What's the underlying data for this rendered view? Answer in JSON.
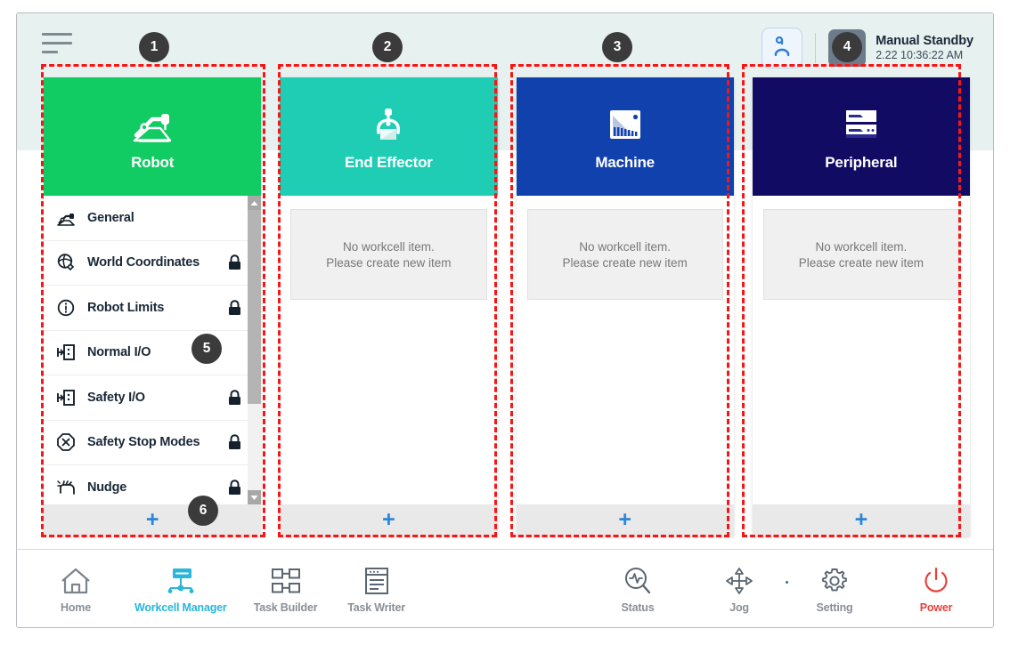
{
  "header": {
    "menu_icon": "hamburger-menu-icon",
    "reset_icon": "robot-reset-icon",
    "mode_icon": "manual-hand-icon",
    "status_title": "Manual Standby",
    "status_time": "2.22 10:36:22 AM"
  },
  "columns": [
    {
      "id": "robot",
      "title": "Robot",
      "icon": "robot-arm-icon",
      "color": "#11cb63",
      "mode": "list",
      "add_label": "+",
      "items": [
        {
          "label": "General",
          "icon": "robot-arm-small-icon",
          "locked": false
        },
        {
          "label": "World Coordinates",
          "icon": "globe-coordinates-icon",
          "locked": true
        },
        {
          "label": "Robot Limits",
          "icon": "limits-circle-icon",
          "locked": true
        },
        {
          "label": "Normal I/O",
          "icon": "io-port-icon",
          "locked": false
        },
        {
          "label": "Safety I/O",
          "icon": "io-port-icon",
          "locked": true
        },
        {
          "label": "Safety Stop Modes",
          "icon": "stop-octagon-icon",
          "locked": true
        },
        {
          "label": "Nudge",
          "icon": "nudge-hand-icon",
          "locked": true
        }
      ]
    },
    {
      "id": "end-effector",
      "title": "End Effector",
      "icon": "gripper-icon",
      "color": "#1fcdb4",
      "mode": "empty",
      "add_label": "+",
      "empty_line1": "No workcell item.",
      "empty_line2": "Please create new item"
    },
    {
      "id": "machine",
      "title": "Machine",
      "icon": "machine-chart-icon",
      "color": "#1141ad",
      "mode": "empty",
      "add_label": "+",
      "empty_line1": "No workcell item.",
      "empty_line2": "Please create new item"
    },
    {
      "id": "peripheral",
      "title": "Peripheral",
      "icon": "peripheral-rack-icon",
      "color": "#120b63",
      "mode": "empty",
      "add_label": "+",
      "empty_line1": "No workcell item.",
      "empty_line2": "Please create new item"
    }
  ],
  "bottom_nav": {
    "left": [
      {
        "label": "Home",
        "icon": "home-icon",
        "active": false
      },
      {
        "label": "Workcell Manager",
        "icon": "workcell-manager-icon",
        "active": true
      },
      {
        "label": "Task Builder",
        "icon": "task-builder-icon",
        "active": false
      },
      {
        "label": "Task Writer",
        "icon": "task-writer-icon",
        "active": false
      }
    ],
    "right": [
      {
        "label": "Status",
        "icon": "status-scope-icon",
        "active": false
      },
      {
        "label": "Jog",
        "icon": "jog-dpad-icon",
        "active": false
      },
      {
        "label": "Setting",
        "icon": "gear-icon",
        "active": false
      },
      {
        "label": "Power",
        "icon": "power-icon",
        "active": false
      }
    ]
  },
  "annotations": [
    {
      "number": "1"
    },
    {
      "number": "2"
    },
    {
      "number": "3"
    },
    {
      "number": "4"
    },
    {
      "number": "5"
    },
    {
      "number": "6"
    }
  ],
  "colors": {
    "robot_green": "#11cb63",
    "end_effector_teal": "#1fcdb4",
    "machine_blue": "#1141ad",
    "peripheral_navy": "#120b63",
    "accent_plus": "#2a86da",
    "nav_active": "#29b6d8",
    "power_red": "#e8413c",
    "annotation_red": "#f71616"
  }
}
